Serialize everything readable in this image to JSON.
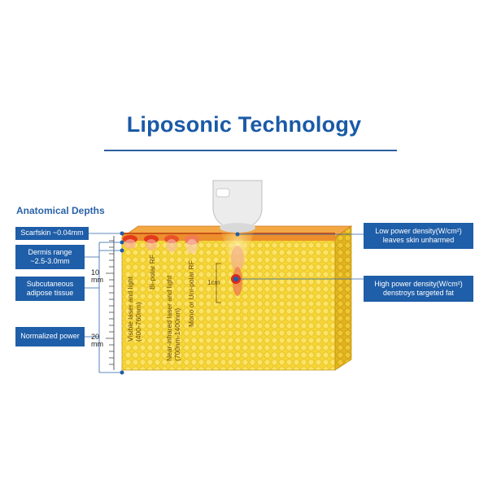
{
  "title": "Liposonic Technology",
  "section_label": "Anatomical Depths",
  "left_tags": [
    {
      "text": "Scarfskin ~0.04mm"
    },
    {
      "text": "Dermis range\n~2.5-3.0mm"
    },
    {
      "text": "Subcutaneous\nadipose tissue"
    },
    {
      "text": "Normalized power"
    }
  ],
  "right_tags": [
    {
      "text": "Low power density(W/cm²)\nleaves skin unharmed"
    },
    {
      "text": "High power density(W/cm²)\ndenstroys targeted fat"
    }
  ],
  "ruler": {
    "mark_10": "10\nmm",
    "mark_20": "20\nmm"
  },
  "bands": [
    {
      "text": "Visible laser and light\n(400-760nm)"
    },
    {
      "text": "Bi-polar RF"
    },
    {
      "text": "Near-infrared laser and light\n(700nm-1400nm)"
    },
    {
      "text": "Mono or Uni-polar RF"
    }
  ],
  "focal_label": "1cm",
  "colors": {
    "title": "#1a5aa6",
    "tag_bg": "#1f5ea8",
    "tissue_fat": "#f5d637",
    "tissue_side": "#e2b51f",
    "skin": "#e88a2a",
    "focal": "#d82a1c"
  }
}
